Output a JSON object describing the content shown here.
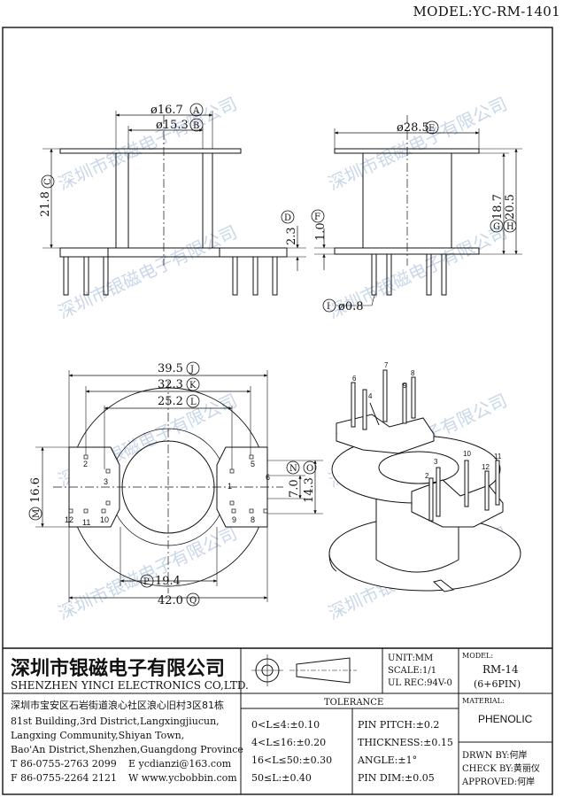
{
  "header": {
    "model_label": "MODEL",
    "model_value": "YC-RM-1401"
  },
  "watermark": "深圳市银磁电子有限公司",
  "dimensions": {
    "A": "ø16.7",
    "A_letter": "A",
    "B": "ø15.3",
    "B_letter": "B",
    "C": "21.8",
    "C_letter": "C",
    "D": "2.3",
    "D_letter": "D",
    "E": "ø28.5",
    "E_letter": "E",
    "F": "1.0",
    "F_letter": "F",
    "G": "18.7",
    "G_letter": "G",
    "H": "20.5",
    "H_letter": "H",
    "I": "ø0.8",
    "I_letter": "I",
    "J": "39.5",
    "J_letter": "J",
    "K": "32.3",
    "K_letter": "K",
    "L": "25.2",
    "L_letter": "L",
    "M": "16.6",
    "M_letter": "M",
    "N": "7.0",
    "N_letter": "N",
    "O": "14.3",
    "O_letter": "O",
    "P": "19.4",
    "P_letter": "P",
    "Q": "42.0",
    "Q_letter": "Q"
  },
  "pin_labels": [
    "1",
    "2",
    "3",
    "4",
    "5",
    "6",
    "7",
    "8",
    "9",
    "10",
    "11",
    "12"
  ],
  "title_block": {
    "company_cn": "深圳市银磁电子有限公司",
    "company_en": "SHENZHEN YINCI ELECTRONICS CO,LTD.",
    "unit": "UNIT:MM",
    "scale": "SCALE:1/1",
    "ul_rec": "UL REC:94V-0",
    "model_header": "MODEL:",
    "model_name": "RM-14",
    "model_pins": "(6+6PIN)",
    "material_header": "MATERIAL:",
    "material": "PHENOLIC",
    "address_cn": "深圳市宝安区石岩街道浪心社区浪心旧村3区81栋",
    "address_en_1": "81st Building,3rd District,Langxingjiucun,",
    "address_en_2": "Langxing Community,Shiyan Town,",
    "address_en_3": "Bao'An District,Shenzhen,Guangdong Province",
    "tel_label": "T 86-0755-2763 2099",
    "email_label": "E ycdianzi@163.com",
    "fax_label": "F 86-0755-2264 2121",
    "web_label": "W www.ycbobbin.com",
    "tolerance_header": "TOLERANCE",
    "tol_1": "0<L≤4:±0.10",
    "tol_2": "4<L≤16:±0.20",
    "tol_3": "16<L≤50:±0.30",
    "tol_4": "50≤L:±0.40",
    "pin_pitch": "PIN PITCH:±0.2",
    "thickness": "THICKNESS:±0.15",
    "angle": "ANGLE:±1°",
    "pin_dim": "PIN DIM:±0.05",
    "drawn_by": "DRWN BY:何岸",
    "check_by": "CHECK BY:黄丽仪",
    "approved": "APPROVED:何岸"
  }
}
